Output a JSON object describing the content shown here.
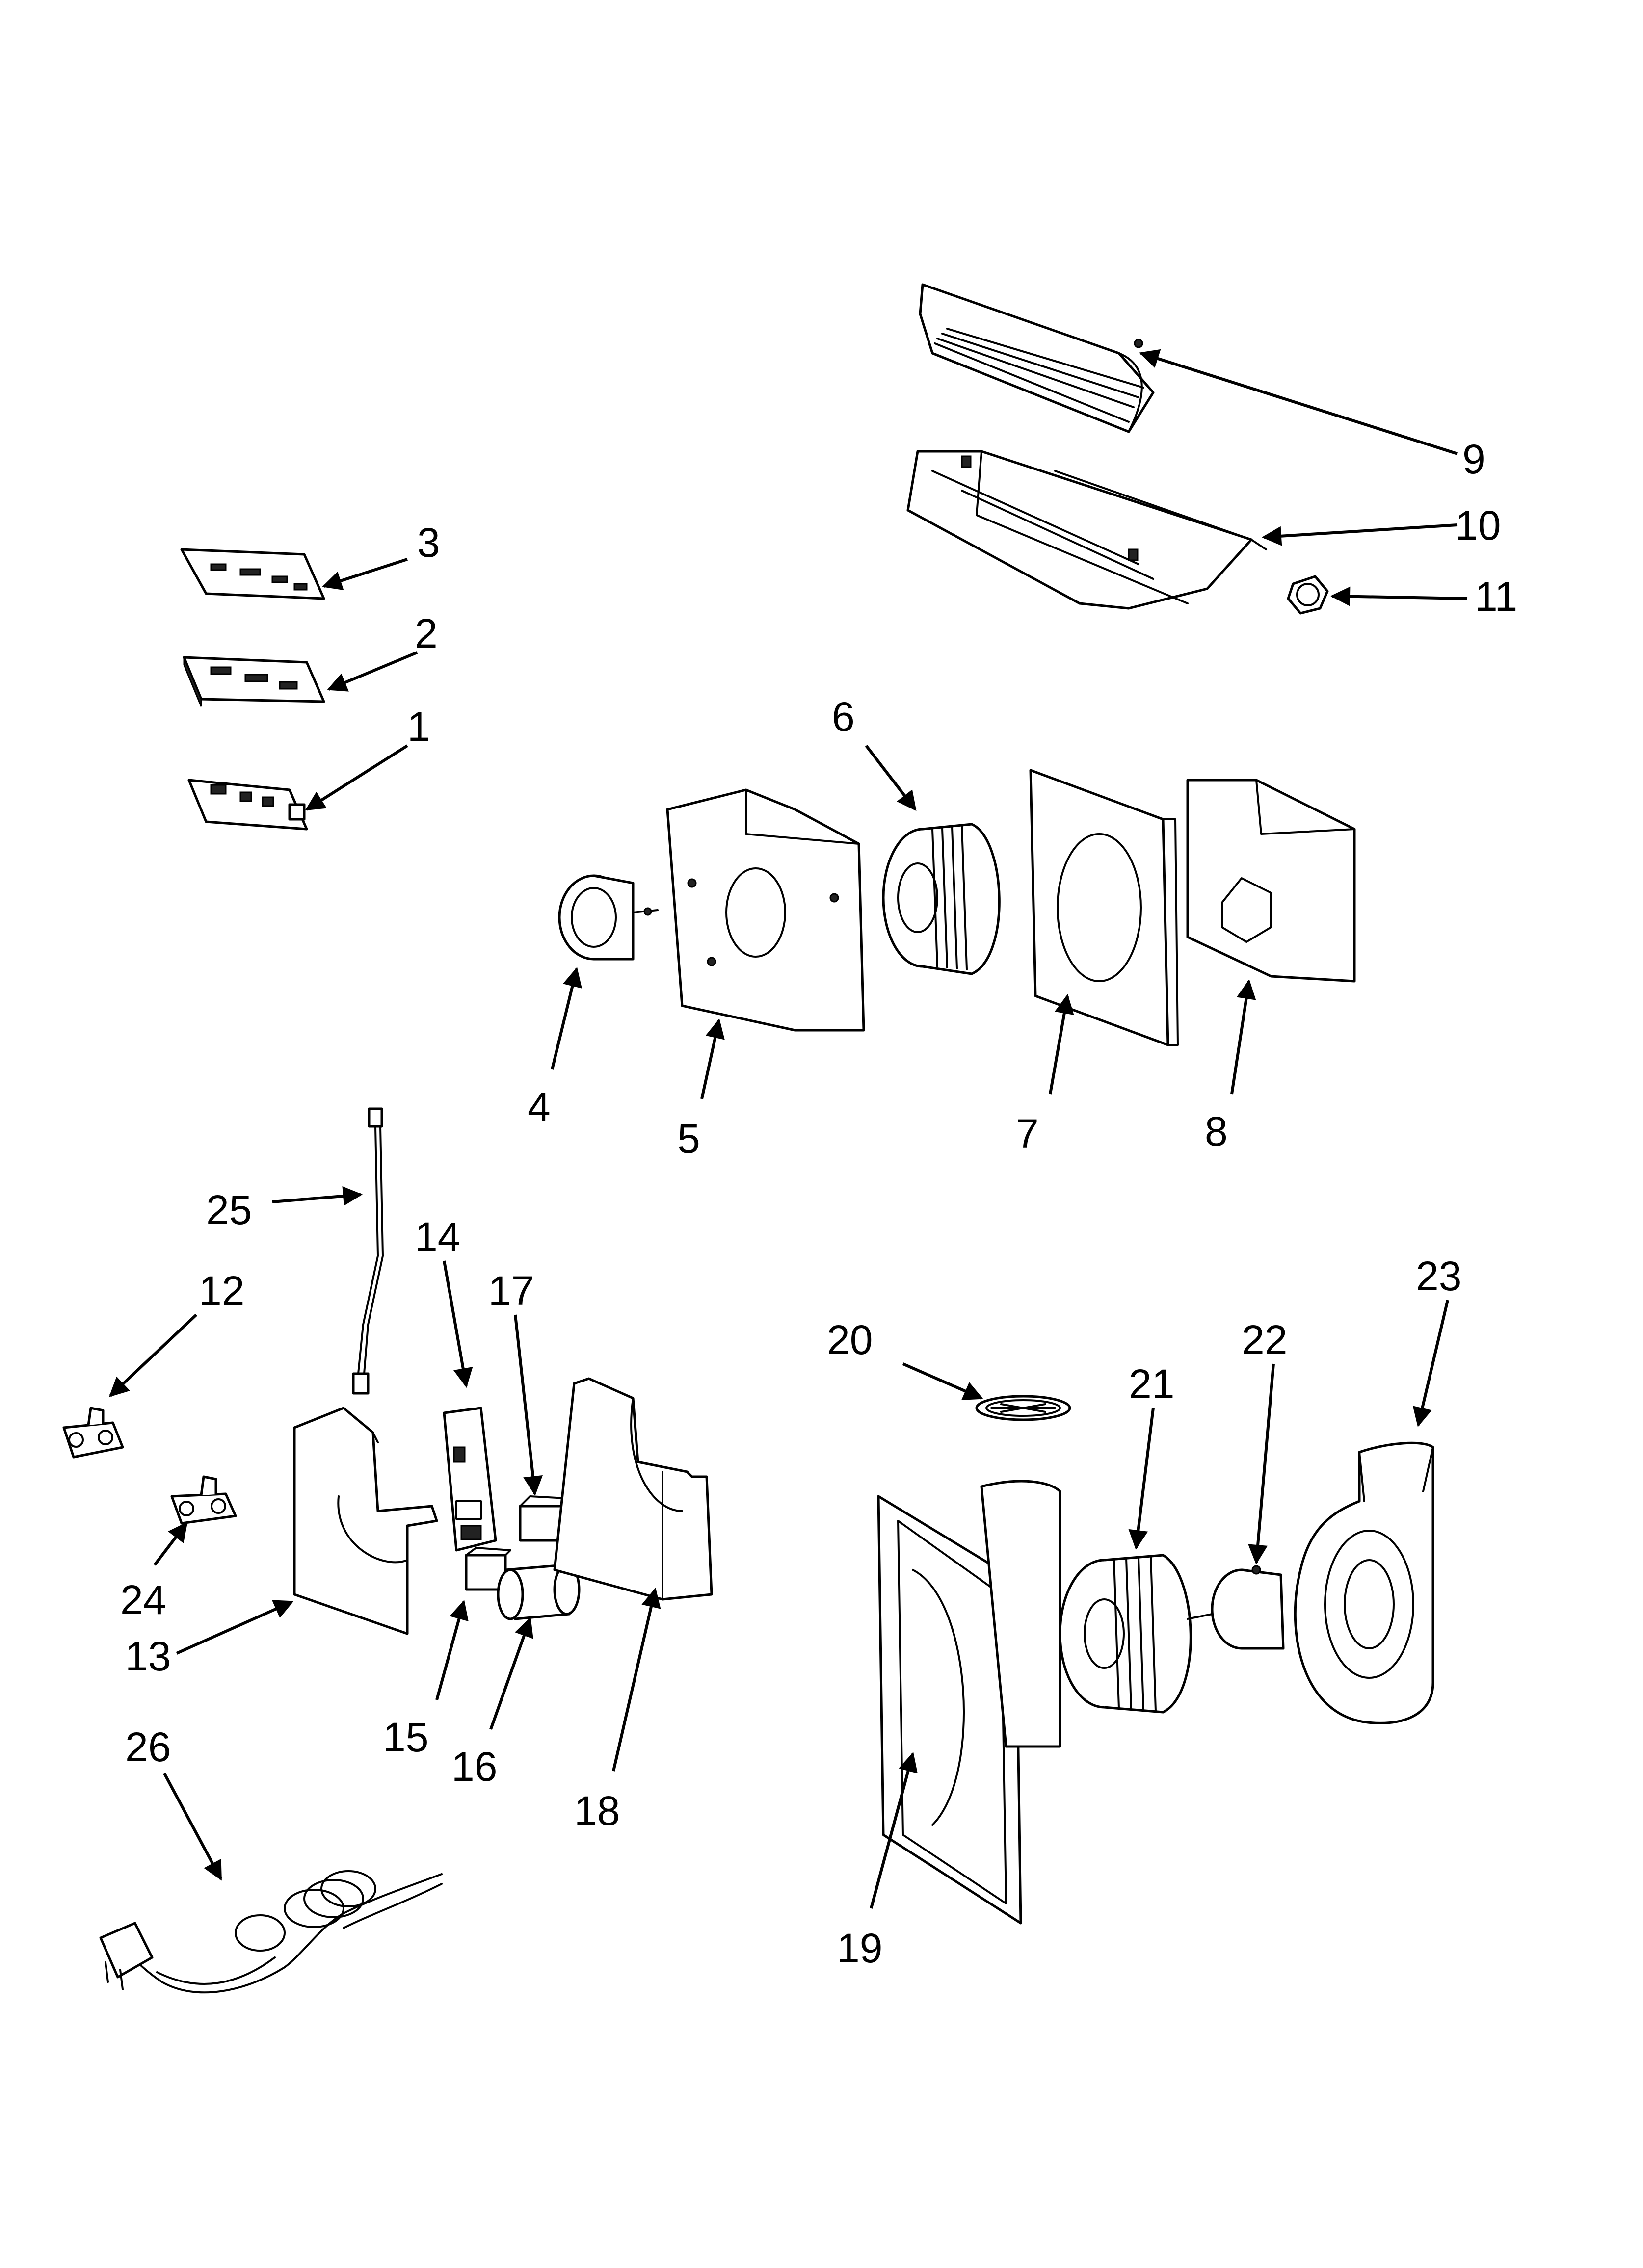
{
  "callouts": [
    {
      "id": "1",
      "text": "1"
    },
    {
      "id": "2",
      "text": "2"
    },
    {
      "id": "3",
      "text": "3"
    },
    {
      "id": "4",
      "text": "4"
    },
    {
      "id": "5",
      "text": "5"
    },
    {
      "id": "6",
      "text": "6"
    },
    {
      "id": "7",
      "text": "7"
    },
    {
      "id": "8",
      "text": "8"
    },
    {
      "id": "9",
      "text": "9"
    },
    {
      "id": "10",
      "text": "10"
    },
    {
      "id": "11",
      "text": "11"
    },
    {
      "id": "12",
      "text": "12"
    },
    {
      "id": "13",
      "text": "13"
    },
    {
      "id": "14",
      "text": "14"
    },
    {
      "id": "15",
      "text": "15"
    },
    {
      "id": "16",
      "text": "16"
    },
    {
      "id": "17",
      "text": "17"
    },
    {
      "id": "18",
      "text": "18"
    },
    {
      "id": "19",
      "text": "19"
    },
    {
      "id": "20",
      "text": "20"
    },
    {
      "id": "21",
      "text": "21"
    },
    {
      "id": "22",
      "text": "22"
    },
    {
      "id": "23",
      "text": "23"
    },
    {
      "id": "24",
      "text": "24"
    },
    {
      "id": "25",
      "text": "25"
    },
    {
      "id": "26",
      "text": "26"
    }
  ]
}
